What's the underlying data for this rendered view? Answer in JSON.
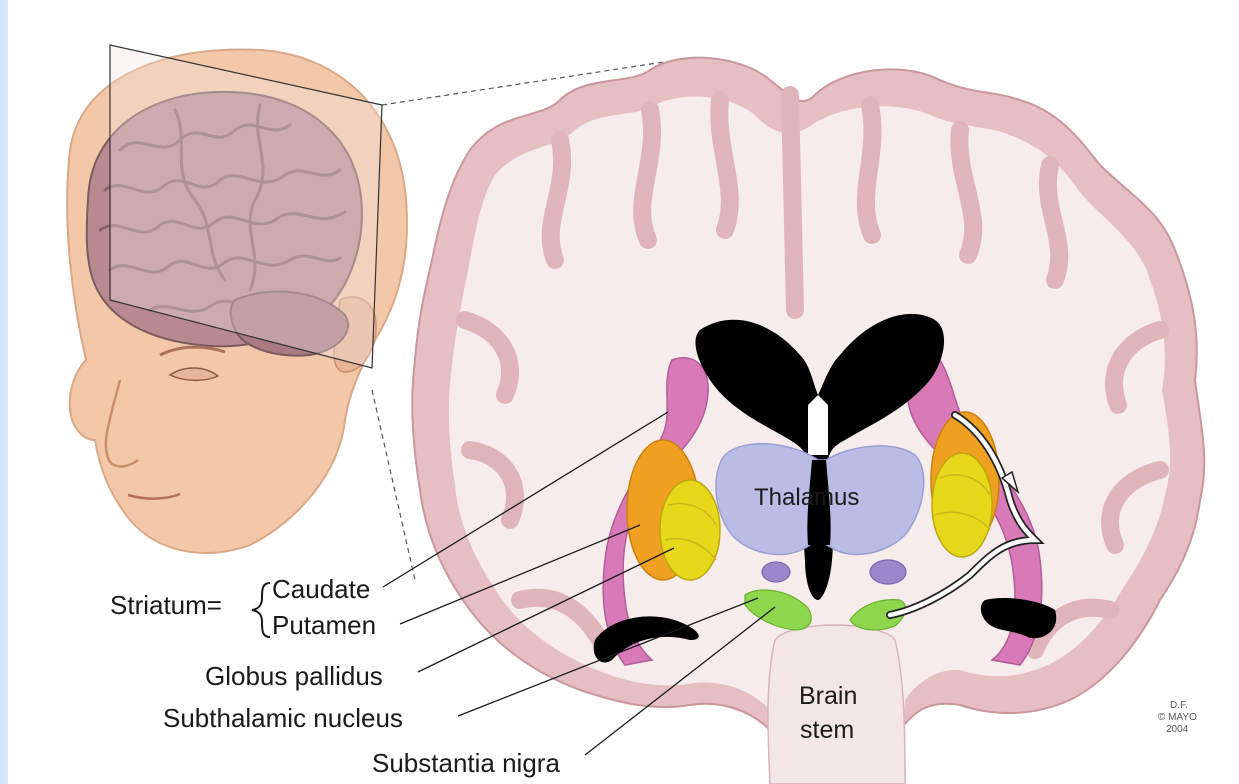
{
  "labels": {
    "striatum": "Striatum=",
    "caudate": "Caudate",
    "putamen": "Putamen",
    "globus_pallidus": "Globus pallidus",
    "subthalamic_nucleus": "Subthalamic nucleus",
    "substantia_nigra": "Substantia nigra",
    "thalamus": "Thalamus",
    "brain_stem_line1": "Brain",
    "brain_stem_line2": "stem"
  },
  "credit": {
    "line1": "D.F.",
    "line2": "© MAYO",
    "line3": "2004"
  },
  "colors": {
    "cortex": "#e6bfc2",
    "white_matter": "#f7ecec",
    "ventricle": "#000000",
    "caudate": "#f0a020",
    "putamen": "#e8d81c",
    "globus_pallidus": "#8ed64c",
    "subthalamic": "#9a88cc",
    "thalamus": "#b9bde6",
    "capsule": "#d87ab8",
    "skin": "#f3c8a8"
  }
}
